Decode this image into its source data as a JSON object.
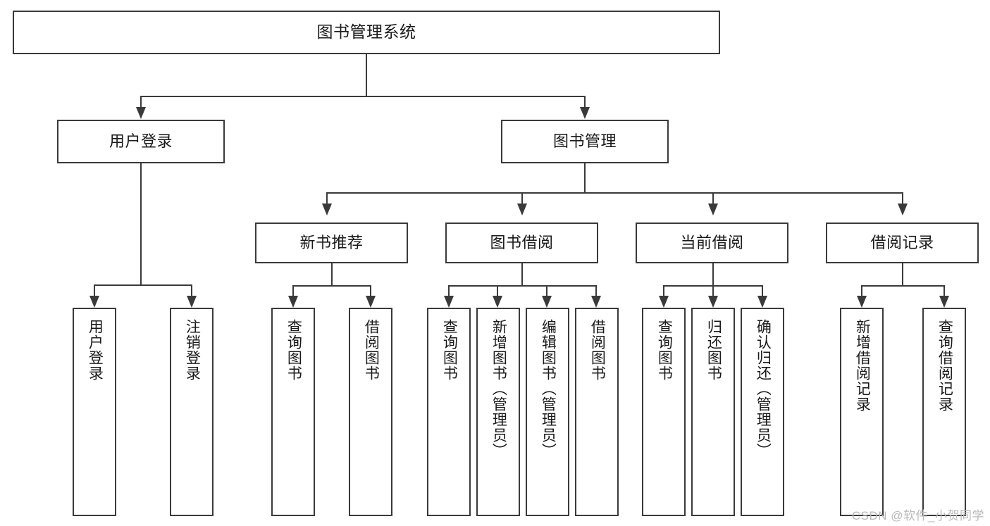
{
  "diagram": {
    "title": "图书管理系统",
    "type": "tree-hierarchy-chart",
    "root": {
      "label": "图书管理系统"
    },
    "level2": [
      {
        "id": "user-login",
        "label": "用户登录"
      },
      {
        "id": "book-management",
        "label": "图书管理"
      }
    ],
    "level3": [
      {
        "id": "new-book-recommend",
        "label": "新书推荐",
        "parent": "book-management"
      },
      {
        "id": "book-borrow",
        "label": "图书借阅",
        "parent": "book-management"
      },
      {
        "id": "current-borrow",
        "label": "当前借阅",
        "parent": "book-management"
      },
      {
        "id": "borrow-record",
        "label": "借阅记录",
        "parent": "book-management"
      }
    ],
    "leaves": [
      {
        "id": "leaf-user-login",
        "label": "用户登录",
        "parent": "user-login"
      },
      {
        "id": "leaf-logout-login",
        "label": "注销登录",
        "parent": "user-login"
      },
      {
        "id": "leaf-query-book-1",
        "label": "查询图书",
        "parent": "new-book-recommend"
      },
      {
        "id": "leaf-borrow-book-1",
        "label": "借阅图书",
        "parent": "new-book-recommend"
      },
      {
        "id": "leaf-query-book-2",
        "label": "查询图书",
        "parent": "book-borrow"
      },
      {
        "id": "leaf-add-book",
        "label": "新增图书（管理员）",
        "parent": "book-borrow"
      },
      {
        "id": "leaf-edit-book",
        "label": "编辑图书（管理员）",
        "parent": "book-borrow"
      },
      {
        "id": "leaf-borrow-book-2",
        "label": "借阅图书",
        "parent": "book-borrow"
      },
      {
        "id": "leaf-query-book-3",
        "label": "查询图书",
        "parent": "current-borrow"
      },
      {
        "id": "leaf-return-book",
        "label": "归还图书",
        "parent": "current-borrow"
      },
      {
        "id": "leaf-confirm-return",
        "label": "确认归还（管理员）",
        "parent": "current-borrow"
      },
      {
        "id": "leaf-add-record",
        "label": "新增借阅记录",
        "parent": "borrow-record"
      },
      {
        "id": "leaf-query-record",
        "label": "查询借阅记录",
        "parent": "borrow-record"
      }
    ]
  },
  "watermark": {
    "text": "CSDN @软件_小贺同学"
  },
  "colors": {
    "box_border": "#3a3a3a",
    "box_fill": "#ffffff",
    "connector": "#3a3a3a",
    "text": "#1a1a1a",
    "watermark": "#b9b9b9",
    "background": "#ffffff"
  }
}
